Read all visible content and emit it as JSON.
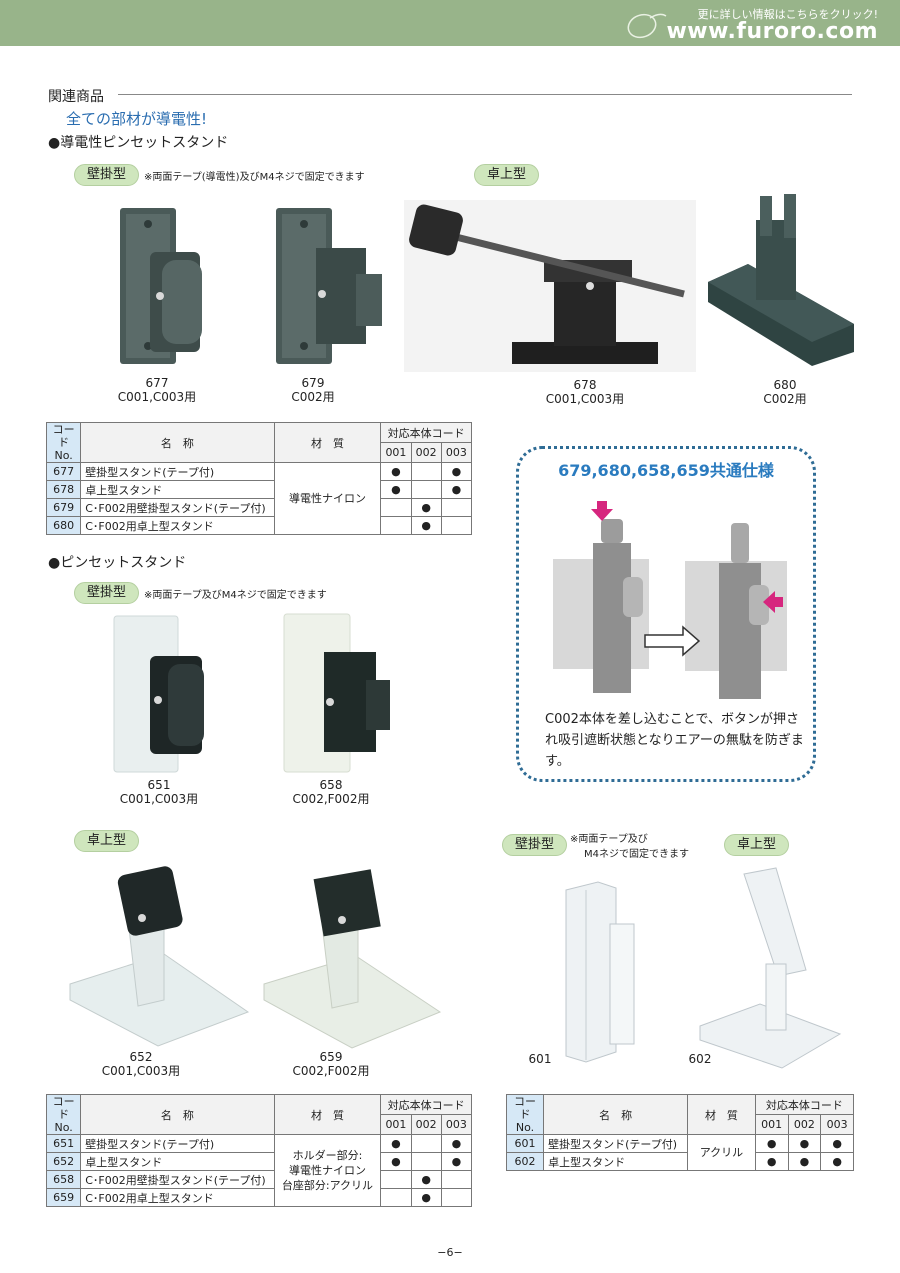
{
  "header": {
    "tagline": "更に詳しい情報はこちらをクリック!",
    "url": "www.furoro.com"
  },
  "page": {
    "section": "関連商品",
    "headline": "全ての部材が導電性!",
    "group1_title": "●導電性ピンセットスタンド",
    "group2_title": "●ピンセットスタンド",
    "wall_label": "壁掛型",
    "desk_label": "卓上型",
    "note1": "※両面テープ(導電性)及びM4ネジで固定できます",
    "note2": "※両面テープ及びM4ネジで固定できます",
    "note3_line1": "※両面テープ及び",
    "note3_line2": "M4ネジで固定できます",
    "page_number": "−6−"
  },
  "products": {
    "p677": {
      "code": "677",
      "sub": "C001,C003用"
    },
    "p679": {
      "code": "679",
      "sub": "C002用"
    },
    "p678": {
      "code": "678",
      "sub": "C001,C003用"
    },
    "p680": {
      "code": "680",
      "sub": "C002用"
    },
    "p651": {
      "code": "651",
      "sub": "C001,C003用"
    },
    "p658": {
      "code": "658",
      "sub": "C002,F002用"
    },
    "p652": {
      "code": "652",
      "sub": "C001,C003用"
    },
    "p659": {
      "code": "659",
      "sub": "C002,F002用"
    },
    "p601": {
      "code": "601"
    },
    "p602": {
      "code": "602"
    }
  },
  "table_headers": {
    "code1": "コード",
    "code2": "No.",
    "name": "名　称",
    "material": "材　質",
    "compat": "対応本体コード",
    "c001": "001",
    "c002": "002",
    "c003": "003"
  },
  "table1": {
    "material": "導電性ナイロン",
    "rows": [
      {
        "no": "677",
        "name": "壁掛型スタンド(テープ付)",
        "c001": "●",
        "c002": "",
        "c003": "●"
      },
      {
        "no": "678",
        "name": "卓上型スタンド",
        "c001": "●",
        "c002": "",
        "c003": "●"
      },
      {
        "no": "679",
        "name": "C･F002用壁掛型スタンド(テープ付)",
        "c001": "",
        "c002": "●",
        "c003": ""
      },
      {
        "no": "680",
        "name": "C･F002用卓上型スタンド",
        "c001": "",
        "c002": "●",
        "c003": ""
      }
    ]
  },
  "table2": {
    "material1": "ホルダー部分:",
    "material2": "導電性ナイロン",
    "material3": "台座部分:アクリル",
    "rows": [
      {
        "no": "651",
        "name": "壁掛型スタンド(テープ付)",
        "c001": "●",
        "c002": "",
        "c003": "●"
      },
      {
        "no": "652",
        "name": "卓上型スタンド",
        "c001": "●",
        "c002": "",
        "c003": "●"
      },
      {
        "no": "658",
        "name": "C･F002用壁掛型スタンド(テープ付)",
        "c001": "",
        "c002": "●",
        "c003": ""
      },
      {
        "no": "659",
        "name": "C･F002用卓上型スタンド",
        "c001": "",
        "c002": "●",
        "c003": ""
      }
    ]
  },
  "table3": {
    "material": "アクリル",
    "rows": [
      {
        "no": "601",
        "name": "壁掛型スタンド(テープ付)",
        "c001": "●",
        "c002": "●",
        "c003": "●"
      },
      {
        "no": "602",
        "name": "卓上型スタンド",
        "c001": "●",
        "c002": "●",
        "c003": "●"
      }
    ]
  },
  "callout": {
    "title": "679,680,658,659共通仕様",
    "desc": "C002本体を差し込むことで、ボタンが押され吸引遮断状態となりエアーの無駄を防ぎます。"
  }
}
